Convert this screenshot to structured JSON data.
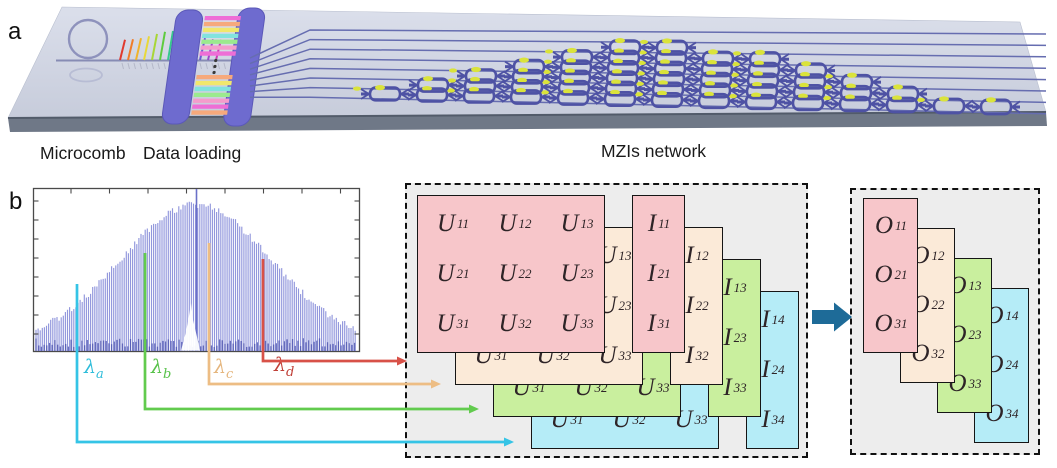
{
  "panel_labels": {
    "a": "a",
    "b": "b"
  },
  "captions": {
    "microcomb": "Microcomb",
    "data_loading": "Data loading",
    "mzis_network": "MZIs network"
  },
  "spectrum": {
    "description": "optical frequency comb spectrum with bell-shaped envelope and central pump line",
    "markers": [
      {
        "symbol": "λ",
        "sub": "a",
        "color": "#2fbdda",
        "line_color": "#35c4e6"
      },
      {
        "symbol": "λ",
        "sub": "b",
        "color": "#58c24a",
        "line_color": "#62cb4e"
      },
      {
        "symbol": "λ",
        "sub": "c",
        "color": "#e5b67e",
        "line_color": "#edbd84"
      },
      {
        "symbol": "λ",
        "sub": "d",
        "color": "#c04038",
        "line_color": "#d85148"
      }
    ]
  },
  "matrices": {
    "u": {
      "letter": "U",
      "rows": [
        [
          "11",
          "12",
          "13"
        ],
        [
          "21",
          "22",
          "23"
        ],
        [
          "31",
          "32",
          "33"
        ]
      ],
      "layer_fills": [
        "#f7c6ca",
        "#fbead8",
        "#c9ef9e",
        "#b5ecf7"
      ]
    },
    "i": {
      "letter": "I",
      "layers": [
        {
          "fill": "#f7c6ca",
          "subs": [
            "11",
            "21",
            "31"
          ]
        },
        {
          "fill": "#fbead8",
          "subs": [
            "12",
            "22",
            "32"
          ]
        },
        {
          "fill": "#c9ef9e",
          "subs": [
            "13",
            "23",
            "33"
          ]
        },
        {
          "fill": "#b5ecf7",
          "subs": [
            "14",
            "24",
            "34"
          ]
        }
      ]
    },
    "o": {
      "letter": "O",
      "layers": [
        {
          "fill": "#f7c6ca",
          "subs": [
            "11",
            "21",
            "31"
          ]
        },
        {
          "fill": "#fbead8",
          "subs": [
            "12",
            "22",
            "32"
          ]
        },
        {
          "fill": "#c9ef9e",
          "subs": [
            "13",
            "23",
            "33"
          ]
        },
        {
          "fill": "#b5ecf7",
          "subs": [
            "14",
            "24",
            "34"
          ]
        }
      ]
    }
  },
  "icons": {
    "transform_arrow": "right-arrow",
    "microring": "ring-resonator",
    "comb_arrow": "right-arrow"
  },
  "colors": {
    "waveguide": "#666db0",
    "mzi_outline": "#4e52a4",
    "phase_shifter_yellow": "#dae33b",
    "modulator_purple": "#6e6bcf",
    "chip_top": "#d5d9e5",
    "chip_front": "#6f7887",
    "box_background": "#ededed",
    "big_arrow": "#1e6b98",
    "comb_line_blue": "#7e84d6"
  }
}
